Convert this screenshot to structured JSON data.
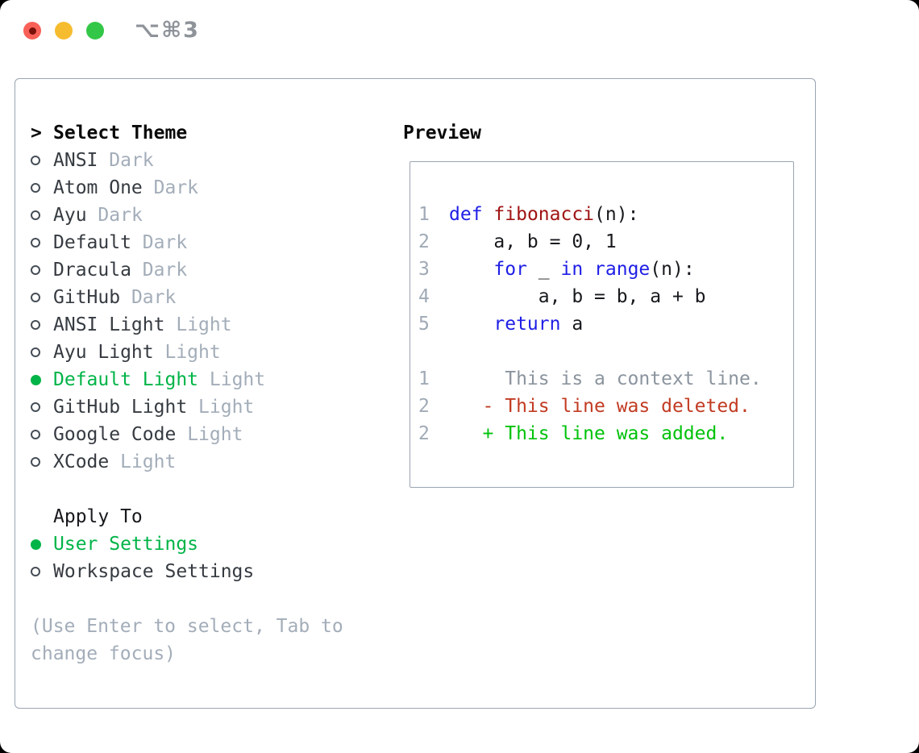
{
  "titlebar": {
    "shortcut": "⌥⌘3"
  },
  "theme_panel": {
    "header": {
      "prefix": ">",
      "label": "Select Theme"
    },
    "items": [
      {
        "name": "ANSI",
        "variant": "Dark",
        "selected": false
      },
      {
        "name": "Atom One",
        "variant": "Dark",
        "selected": false
      },
      {
        "name": "Ayu",
        "variant": "Dark",
        "selected": false
      },
      {
        "name": "Default",
        "variant": "Dark",
        "selected": false
      },
      {
        "name": "Dracula",
        "variant": "Dark",
        "selected": false
      },
      {
        "name": "GitHub",
        "variant": "Dark",
        "selected": false
      },
      {
        "name": "ANSI Light",
        "variant": "Light",
        "selected": false
      },
      {
        "name": "Ayu Light",
        "variant": "Light",
        "selected": false
      },
      {
        "name": "Default Light",
        "variant": "Light",
        "selected": true
      },
      {
        "name": "GitHub Light",
        "variant": "Light",
        "selected": false
      },
      {
        "name": "Google Code",
        "variant": "Light",
        "selected": false
      },
      {
        "name": "XCode",
        "variant": "Light",
        "selected": false
      }
    ],
    "apply_to": {
      "header": "Apply To",
      "options": [
        {
          "label": "User Settings",
          "selected": true
        },
        {
          "label": "Workspace Settings",
          "selected": false
        }
      ]
    },
    "hint_lines": [
      "(Use Enter to select, Tab to",
      "change focus)"
    ]
  },
  "preview": {
    "header": "Preview",
    "lines": [
      {
        "num": "1",
        "tokens": [
          [
            "def",
            "kw"
          ],
          [
            " ",
            "pl"
          ],
          [
            "fibonacci",
            "fn"
          ],
          [
            "(n):",
            "pl"
          ]
        ]
      },
      {
        "num": "2",
        "tokens": [
          [
            "    a, b = 0, 1",
            "pl"
          ]
        ]
      },
      {
        "num": "3",
        "tokens": [
          [
            "    ",
            "pl"
          ],
          [
            "for",
            "kw"
          ],
          [
            " _ ",
            "pl"
          ],
          [
            "in",
            "kw"
          ],
          [
            " ",
            "pl"
          ],
          [
            "range",
            "kw"
          ],
          [
            "(n):",
            "pl"
          ]
        ]
      },
      {
        "num": "4",
        "tokens": [
          [
            "        a, b = b, a + b",
            "pl"
          ]
        ]
      },
      {
        "num": "5",
        "tokens": [
          [
            "    ",
            "pl"
          ],
          [
            "return",
            "kw"
          ],
          [
            " a",
            "pl"
          ]
        ]
      },
      {
        "num": "",
        "tokens": []
      },
      {
        "num": "1",
        "tokens": [
          [
            "     This is a context line.",
            "ctx"
          ]
        ]
      },
      {
        "num": "2",
        "tokens": [
          [
            "   - This line was deleted.",
            "del"
          ]
        ]
      },
      {
        "num": "2",
        "tokens": [
          [
            "   + This line was added.",
            "add"
          ]
        ]
      }
    ]
  },
  "colors": {
    "selection_green": "#00b447",
    "keyword_blue": "#1e1ee6",
    "function_red": "#a01414",
    "diff_deleted_red": "#c23b22",
    "diff_added_green": "#00c20a",
    "muted_gray": "#a3adb9",
    "text_dark": "#363b41",
    "border_gray": "#9aa4b1",
    "traffic_red": "#f96057",
    "traffic_yellow": "#f6bc2f",
    "traffic_green": "#33c748"
  }
}
